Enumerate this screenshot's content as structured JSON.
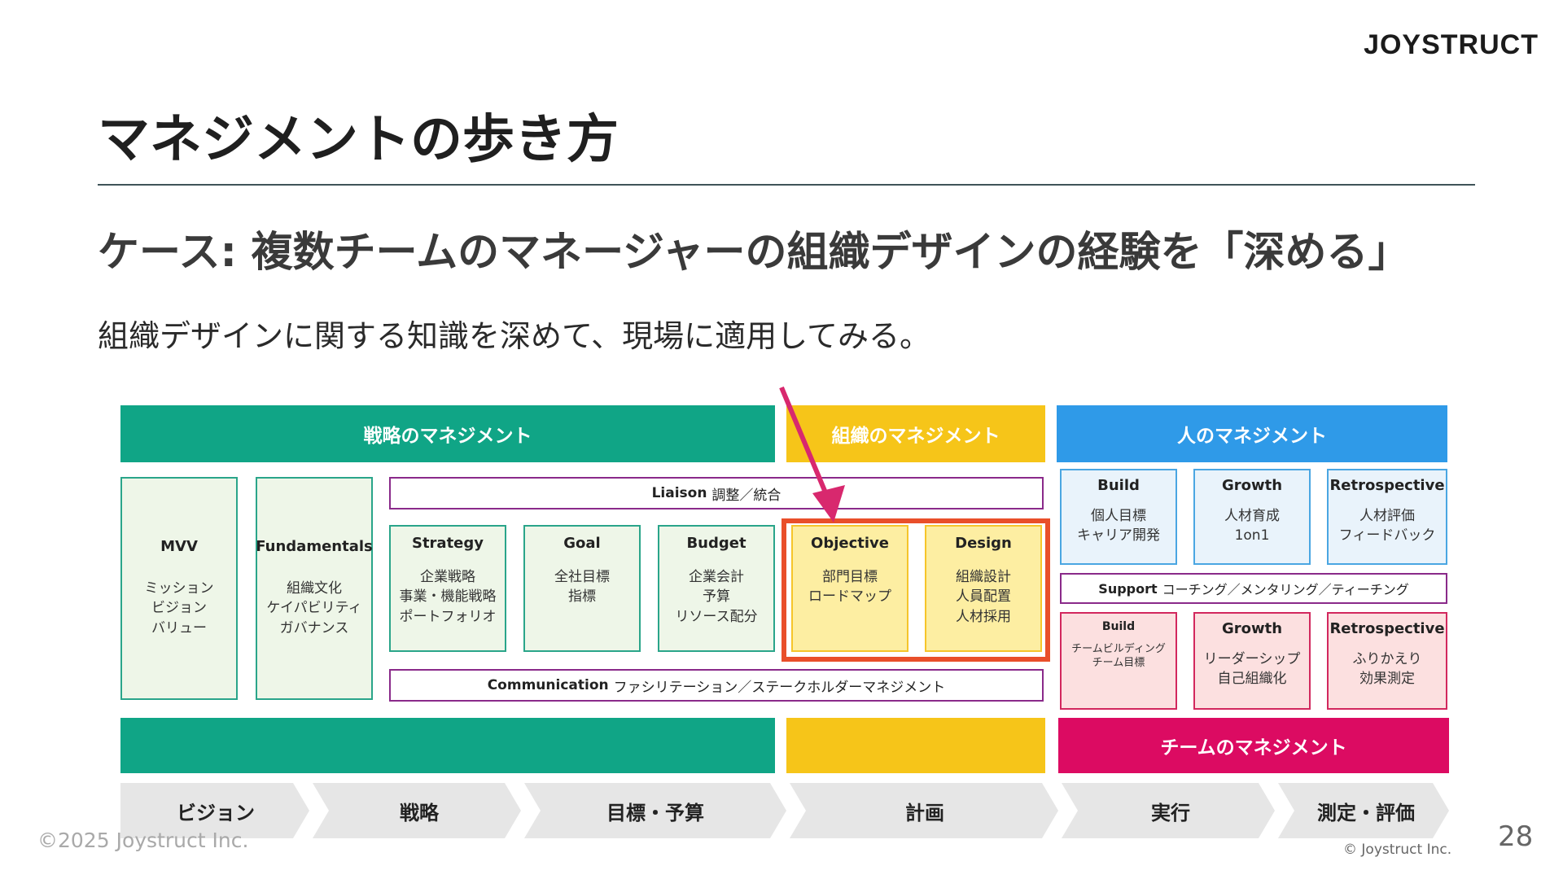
{
  "logo": "JOYSTRUCT",
  "title": "マネジメントの歩き方",
  "subtitle": "ケース: 複数チームのマネージャーの組織デザインの経験を「深める」",
  "lead": "組織デザインに関する知識を深めて、現場に適用してみる。",
  "bands": {
    "strategy": "戦略のマネジメント",
    "organization": "組織のマネジメント",
    "people": "人のマネジメント",
    "team": "チームのマネジメント"
  },
  "boxes": {
    "mvv": {
      "title": "MVV",
      "desc": "ミッション\nビジョン\nバリュー"
    },
    "fundamentals": {
      "title": "Fundamentals",
      "desc": "組織文化\nケイパビリティ\nガバナンス"
    },
    "strategy": {
      "title": "Strategy",
      "desc": "企業戦略\n事業・機能戦略\nポートフォリオ"
    },
    "goal": {
      "title": "Goal",
      "desc": "全社目標\n指標"
    },
    "budget": {
      "title": "Budget",
      "desc": "企業会計\n予算\nリソース配分"
    },
    "objective": {
      "title": "Objective",
      "desc": "部門目標\nロードマップ"
    },
    "design": {
      "title": "Design",
      "desc": "組織設計\n人員配置\n人材採用"
    },
    "people_build": {
      "title": "Build",
      "desc": "個人目標\nキャリア開発"
    },
    "people_growth": {
      "title": "Growth",
      "desc": "人材育成\n1on1"
    },
    "people_retro": {
      "title": "Retrospective",
      "desc": "人材評価\nフィードバック"
    },
    "team_build": {
      "title": "Build",
      "desc": "チームビルディング\nチーム目標"
    },
    "team_growth": {
      "title": "Growth",
      "desc": "リーダーシップ\n自己組織化"
    },
    "team_retro": {
      "title": "Retrospective",
      "desc": "ふりかえり\n効果測定"
    }
  },
  "strips": {
    "liaison": {
      "label": "Liaison",
      "text": "調整／統合"
    },
    "communication": {
      "label": "Communication",
      "text": "ファシリテーション／ステークホルダーマネジメント"
    },
    "support": {
      "label": "Support",
      "text": "コーチング／メンタリング／ティーチング"
    }
  },
  "steps": [
    "ビジョン",
    "戦略",
    "目標・予算",
    "計画",
    "実行",
    "測定・評価"
  ],
  "footer_left": "©2025 Joystruct Inc.",
  "footer_right": "© Joystruct Inc.",
  "page_number": "28",
  "colors": {
    "strategy_band": "#10a586",
    "organization_band": "#f6c519",
    "people_band": "#2f9ae8",
    "team_band": "#dc0b62",
    "highlight": "#e94f2a",
    "arrow": "#d8286e"
  }
}
